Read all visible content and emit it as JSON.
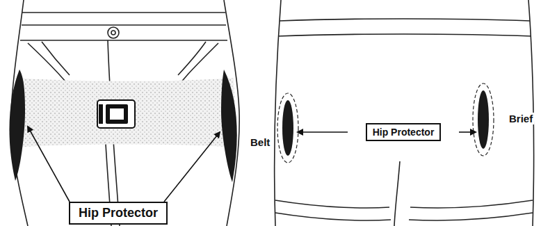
{
  "diagram": {
    "nodes": [
      {
        "text": [
          "Hip Protector"
        ]
      },
      {
        "text": [
          "Hip Protector"
        ]
      }
    ],
    "labels": [
      "Belt",
      "Brief"
    ]
  }
}
